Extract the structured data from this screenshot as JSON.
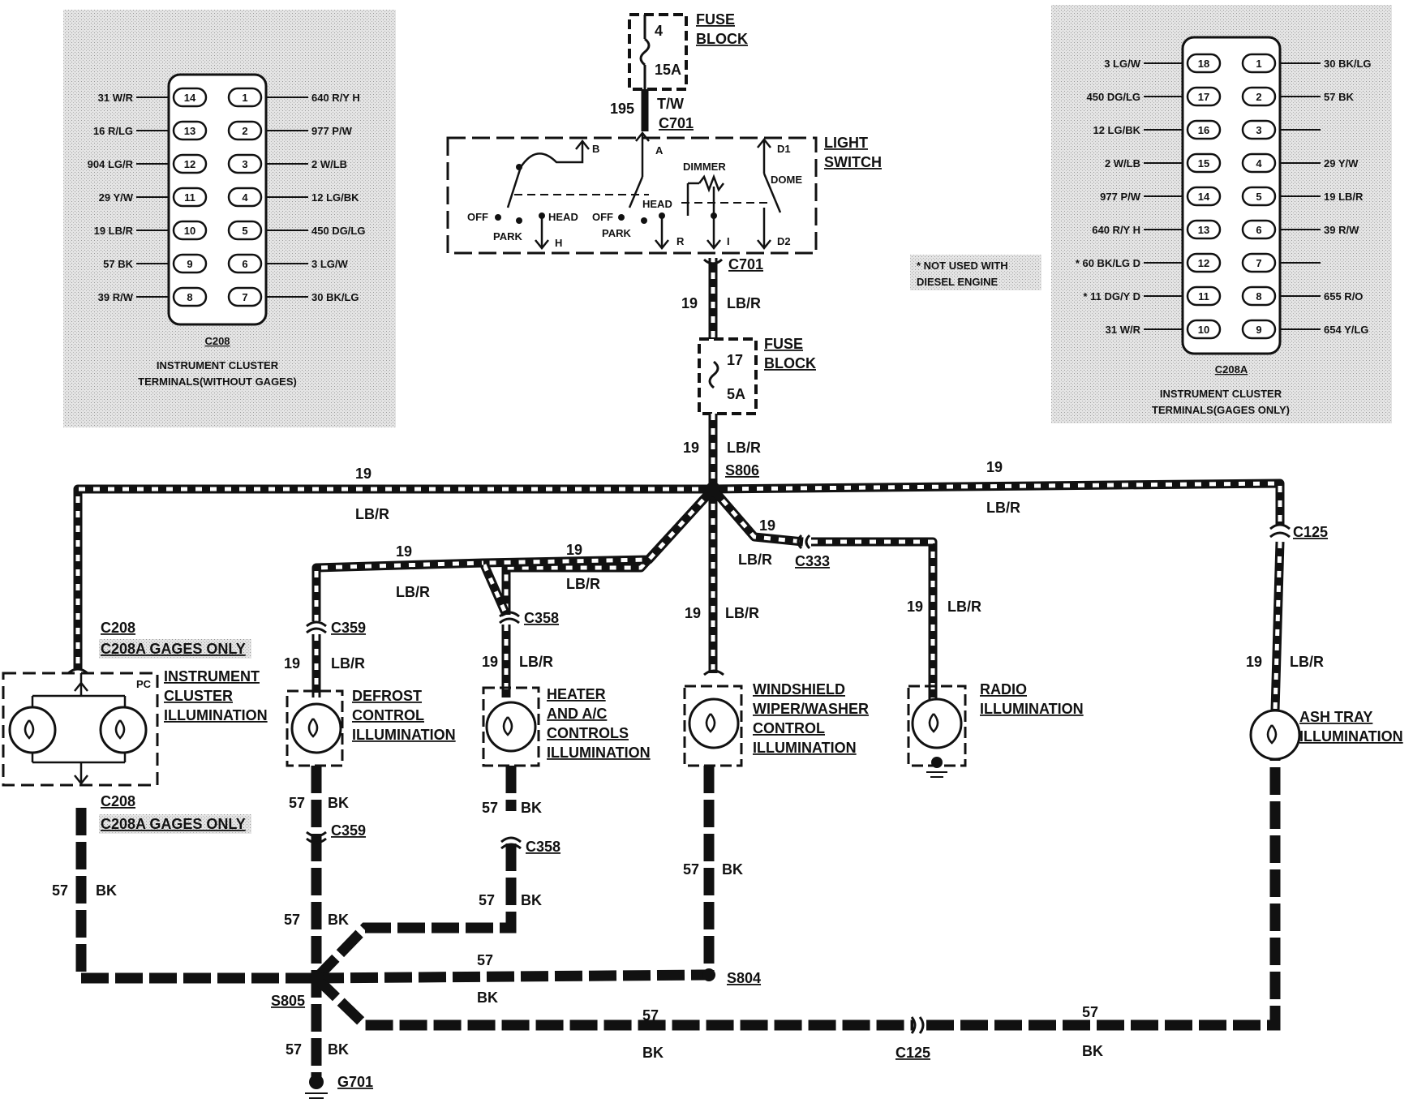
{
  "colors": {
    "wire": "#111111",
    "wire_light": "#ffffff",
    "panel": "#d8d8d8",
    "ink": "#111111"
  },
  "top_fuse": {
    "title_line1": "FUSE",
    "title_line2": "BLOCK",
    "circuit": "4",
    "rating": "15A"
  },
  "feed": {
    "wire_number": "195",
    "wire_color": "T/W",
    "connector_top": "C701"
  },
  "light_switch": {
    "title_line1": "LIGHT",
    "title_line2": "SWITCH",
    "term_b": "B",
    "term_a": "A",
    "term_d1": "D1",
    "term_h": "H",
    "term_r": "R",
    "term_i": "I",
    "term_d2": "D2",
    "dimmer": "DIMMER",
    "dome": "DOME",
    "left_off": "OFF",
    "left_head": "HEAD",
    "left_park": "PARK",
    "mid_off": "OFF",
    "mid_head": "HEAD",
    "mid_park": "PARK"
  },
  "switch_out": {
    "connector": "C701",
    "wire_number": "19",
    "wire_color": "LB/R"
  },
  "mid_fuse": {
    "title_line1": "FUSE",
    "title_line2": "BLOCK",
    "circuit": "17",
    "rating": "5A"
  },
  "below_fuse": {
    "wire_number": "19",
    "wire_color": "LB/R"
  },
  "splices": {
    "s806": "S806",
    "s804": "S804",
    "s805": "S805"
  },
  "branch_labels": {
    "left_top_num": "19",
    "left_top_color": "LB/R",
    "right_top_num": "19",
    "right_top_color": "LB/R",
    "defrost_num": "19",
    "defrost_color": "LB/R",
    "heater_num": "19",
    "heater_color": "LB/R",
    "c333_num": "19",
    "c333_color": "LB/R",
    "c333": "C333",
    "c125_top": "C125"
  },
  "components": {
    "instrument": {
      "c208": "C208",
      "c208a": "C208A GAGES ONLY",
      "pc": "PC",
      "label": [
        "INSTRUMENT",
        "CLUSTER",
        "ILLUMINATION"
      ],
      "c208_bottom": "C208",
      "c208a_bottom": "C208A GAGES ONLY"
    },
    "defrost": {
      "connector": "C359",
      "num": "19",
      "color": "LB/R",
      "label": [
        "DEFROST",
        "CONTROL",
        "ILLUMINATION"
      ]
    },
    "heater": {
      "connector": "C358",
      "num": "19",
      "color": "LB/R",
      "label": [
        "HEATER",
        "AND A/C",
        "CONTROLS",
        "ILLUMINATION"
      ]
    },
    "wiper": {
      "num": "19",
      "color": "LB/R",
      "label": [
        "WINDSHIELD",
        "WIPER/WASHER",
        "CONTROL",
        "ILLUMINATION"
      ]
    },
    "radio": {
      "num": "19",
      "color": "LB/R",
      "label": [
        "RADIO",
        "ILLUMINATION"
      ]
    },
    "ashtray": {
      "num": "19",
      "color": "LB/R",
      "label": [
        "ASH TRAY",
        "ILLUMINATION"
      ]
    }
  },
  "ground_labels": {
    "inst_num": "57",
    "inst_color": "BK",
    "defrost_num": "57",
    "defrost_color": "BK",
    "defrost_conn": "C359",
    "heater_num": "57",
    "heater_color": "BK",
    "heater_conn": "C358",
    "heater_num2": "57",
    "heater_color2": "BK",
    "defrost_num2": "57",
    "defrost_color2": "BK",
    "wiper_num": "57",
    "wiper_color": "BK",
    "s804_num": "57",
    "s804_color": "BK",
    "c125_num_left": "57",
    "c125_color_left": "BK",
    "c125": "C125",
    "c125_num_right": "57",
    "c125_color_right": "BK",
    "ground_num": "57",
    "ground_color": "BK",
    "ground": "G701"
  },
  "note": {
    "line1": "* NOT USED WITH",
    "line2": "DIESEL ENGINE"
  },
  "c208_panel": {
    "connector": "C208",
    "caption_line1": "INSTRUMENT CLUSTER",
    "caption_line2": "TERMINALS(WITHOUT GAGES)",
    "rows": [
      {
        "left_pin": "14",
        "right_pin": "1",
        "left_label": "31 W/R",
        "right_label": "640 R/Y H"
      },
      {
        "left_pin": "13",
        "right_pin": "2",
        "left_label": "16 R/LG",
        "right_label": "977 P/W"
      },
      {
        "left_pin": "12",
        "right_pin": "3",
        "left_label": "904 LG/R",
        "right_label": "2 W/LB"
      },
      {
        "left_pin": "11",
        "right_pin": "4",
        "left_label": "29 Y/W",
        "right_label": "12 LG/BK"
      },
      {
        "left_pin": "10",
        "right_pin": "5",
        "left_label": "19 LB/R",
        "right_label": "450 DG/LG"
      },
      {
        "left_pin": "9",
        "right_pin": "6",
        "left_label": "57 BK",
        "right_label": "3 LG/W"
      },
      {
        "left_pin": "8",
        "right_pin": "7",
        "left_label": "39 R/W",
        "right_label": "30 BK/LG"
      }
    ]
  },
  "c208a_panel": {
    "connector": "C208A",
    "caption_line1": "INSTRUMENT CLUSTER",
    "caption_line2": "TERMINALS(GAGES ONLY)",
    "rows": [
      {
        "left_pin": "18",
        "right_pin": "1",
        "left_label": "3 LG/W",
        "right_label": "30 BK/LG"
      },
      {
        "left_pin": "17",
        "right_pin": "2",
        "left_label": "450 DG/LG",
        "right_label": "57 BK"
      },
      {
        "left_pin": "16",
        "right_pin": "3",
        "left_label": "12 LG/BK",
        "right_label": ""
      },
      {
        "left_pin": "15",
        "right_pin": "4",
        "left_label": "2 W/LB",
        "right_label": "29 Y/W"
      },
      {
        "left_pin": "14",
        "right_pin": "5",
        "left_label": "977 P/W",
        "right_label": "19 LB/R"
      },
      {
        "left_pin": "13",
        "right_pin": "6",
        "left_label": "640 R/Y H",
        "right_label": "39 R/W"
      },
      {
        "left_pin": "12",
        "right_pin": "7",
        "left_label": "* 60 BK/LG D",
        "right_label": ""
      },
      {
        "left_pin": "11",
        "right_pin": "8",
        "left_label": "* 11 DG/Y D",
        "right_label": "655 R/O"
      },
      {
        "left_pin": "10",
        "right_pin": "9",
        "left_label": "31 W/R",
        "right_label": "654 Y/LG"
      }
    ]
  }
}
